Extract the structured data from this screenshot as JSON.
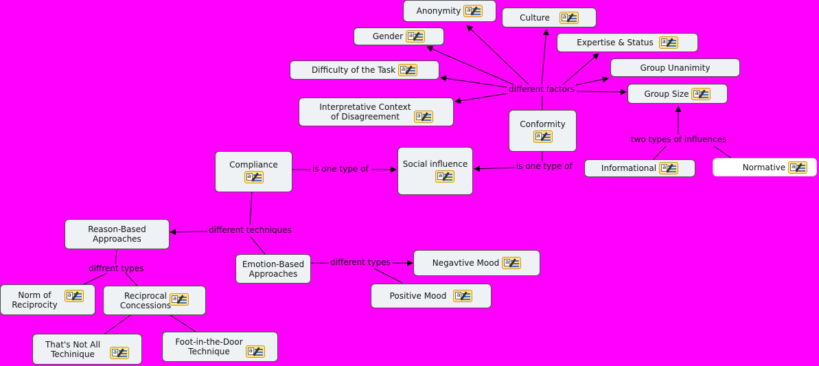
{
  "nodes": {
    "anonymity": "Anonymity",
    "culture": "Culture",
    "gender": "Gender",
    "expertise_status": "Expertise & Status",
    "difficulty": "Difficulty of the Task",
    "group_unanimity": "Group Unanimity",
    "group_size": "Group Size",
    "interpretative_context": "Interpretative Context\nof Disagreement",
    "conformity": "Conformity",
    "informational": "Informational",
    "normative": "Normative",
    "compliance": "Compliance",
    "social_influence": "Social influence",
    "reason_based": "Reason-Based\nApproaches",
    "emotion_based": "Emotion-Based\nApproaches",
    "negative_mood": "Negavtive Mood",
    "positive_mood": "Positive Mood",
    "norm_reciprocity": "Norm of\nReciprocity",
    "reciprocal_concessions": "Reciprocal\nConcessions",
    "thats_not_all": "That's Not All\nTechinique",
    "foot_in_door": "Foot-in-the-Door\nTechnique"
  },
  "link_labels": {
    "different_factors": "different factors",
    "two_types": "two types of influences",
    "is_one_type_left": "is one type of",
    "is_one_type_right": "is one type of",
    "different_techniques": "different techniques",
    "different_types": "different types",
    "diffrent_types": "diffrent types"
  },
  "icon_name": "annotation-note-icon"
}
